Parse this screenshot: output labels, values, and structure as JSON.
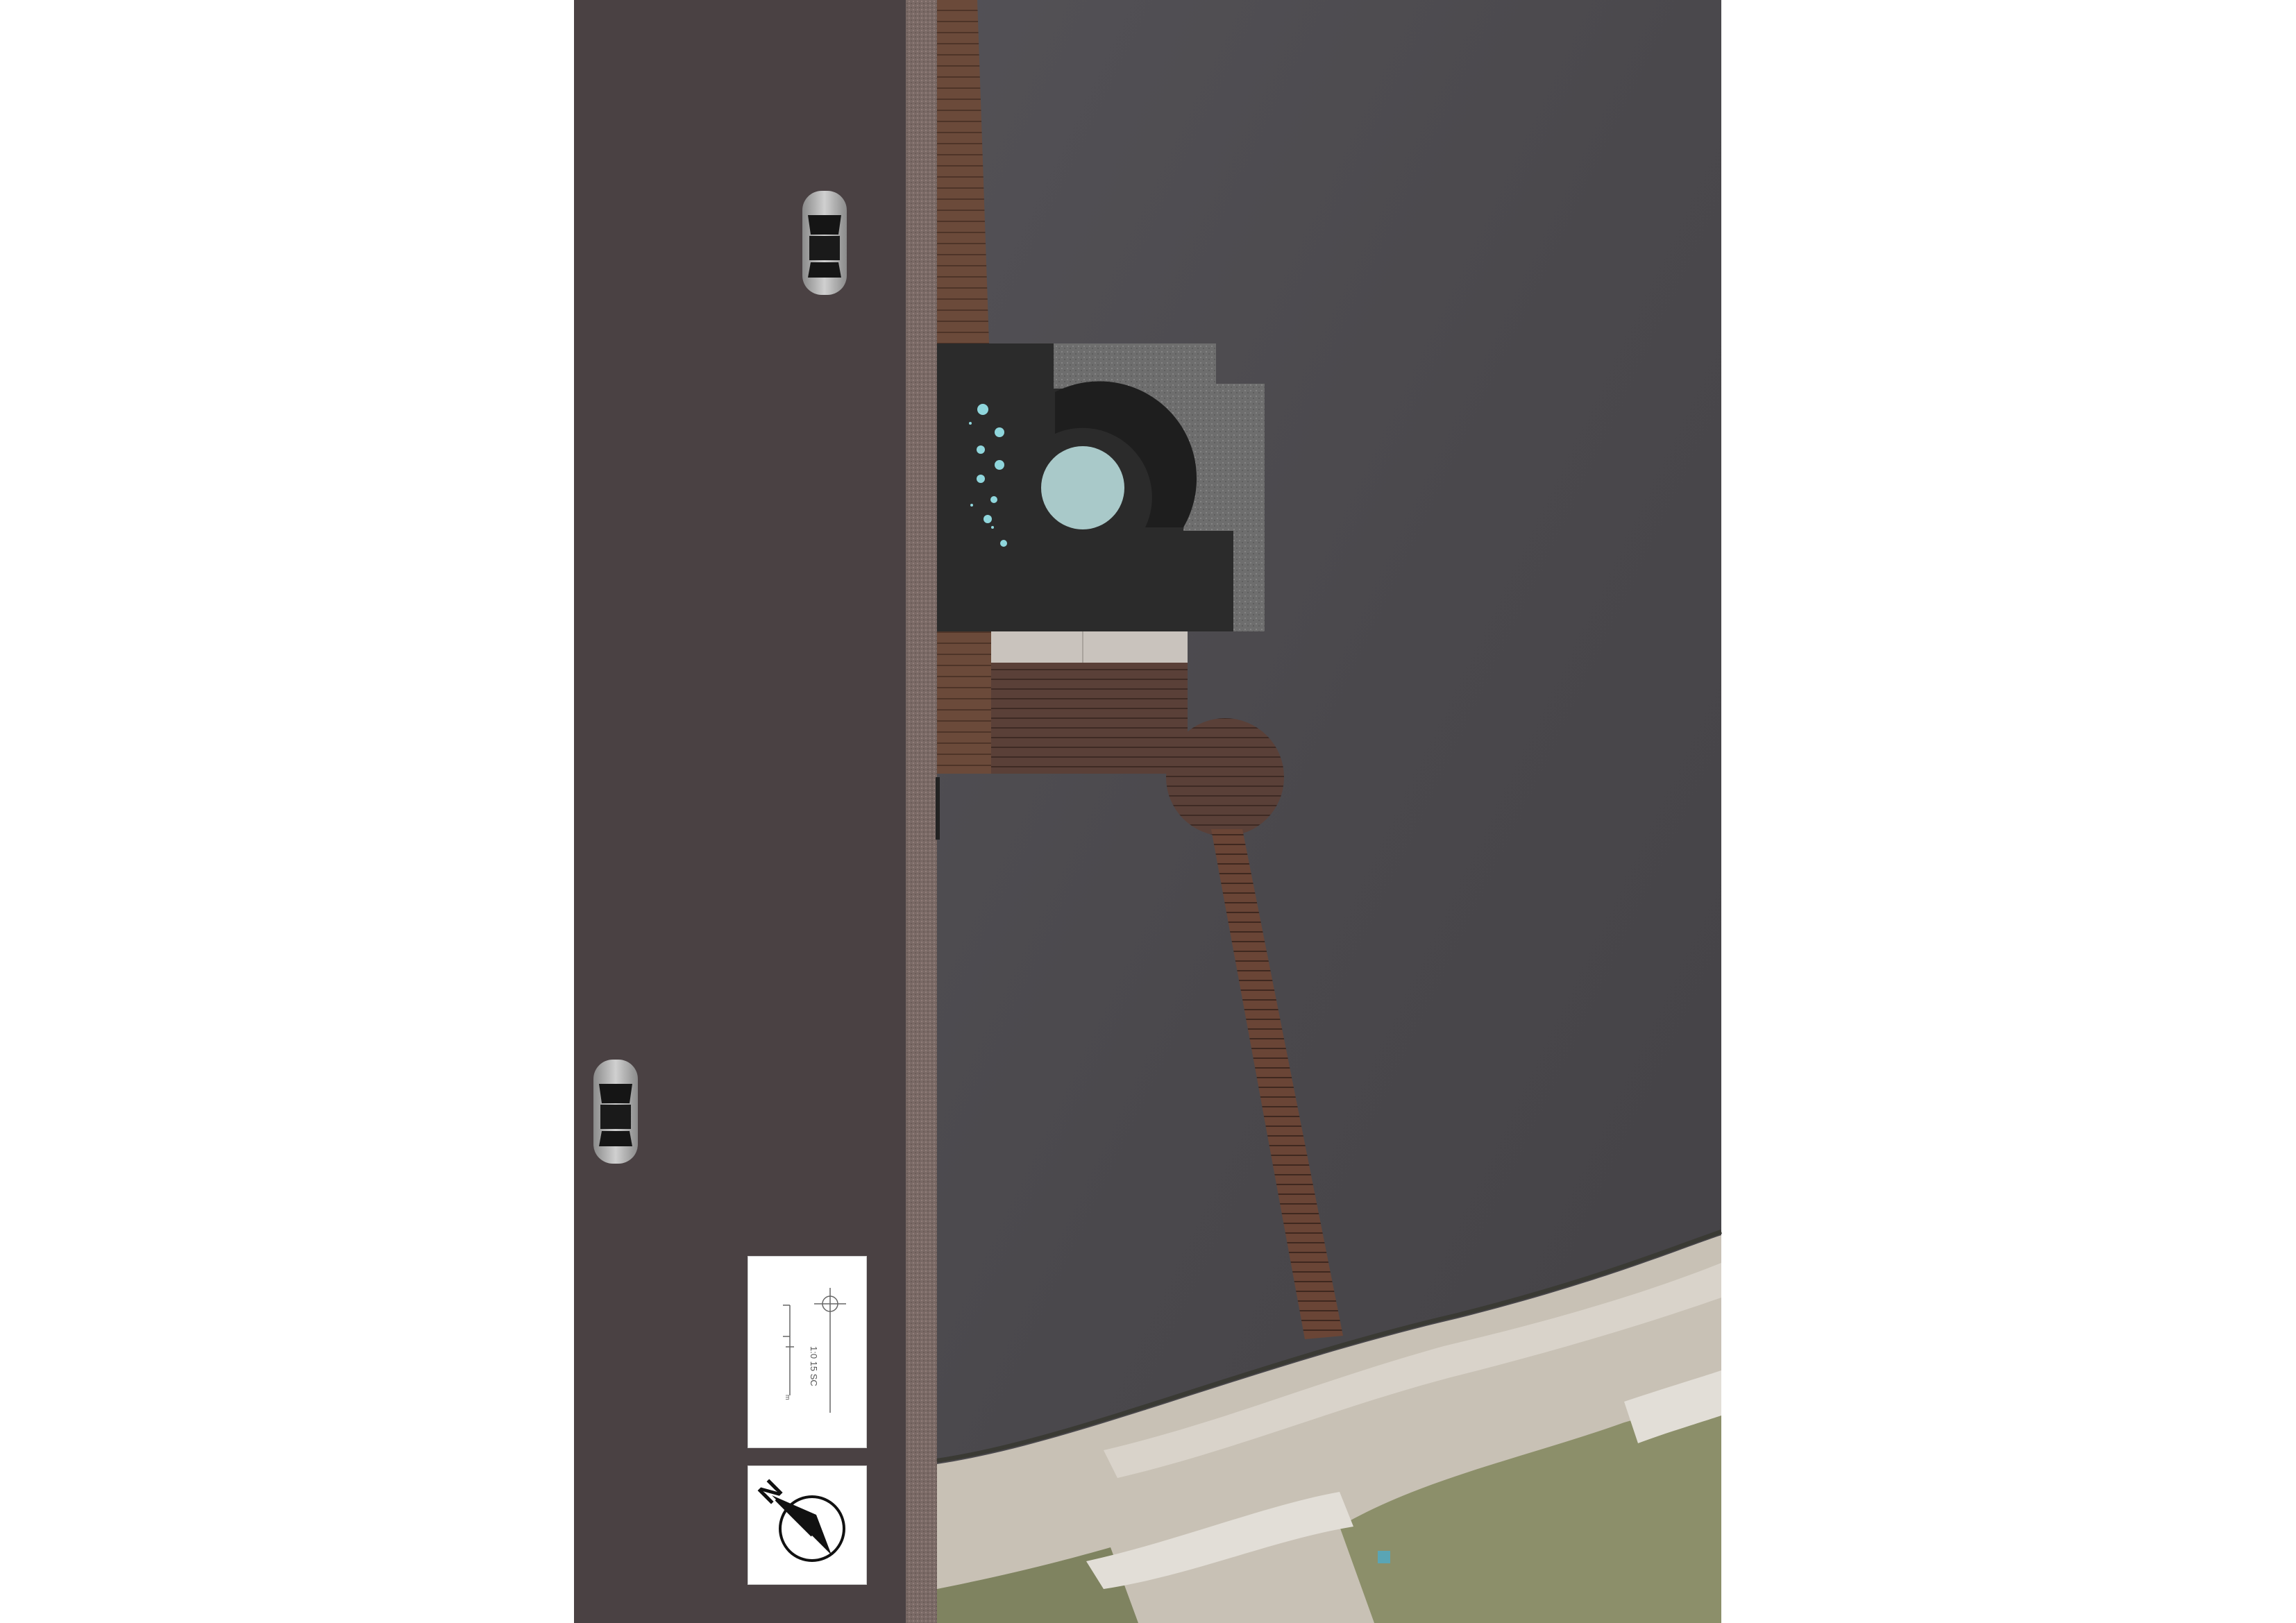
{
  "sheet": {
    "kind": "site-plan",
    "background": "#ffffff"
  },
  "colors": {
    "road": "#4a4143",
    "curb_gravel": "#7a6a66",
    "boardwalk_wood": "#6b4a3a",
    "water": "#4d4b4f",
    "building_roof": "#2b2b2b",
    "roof_gravel": "#6f6f6f",
    "pool_water": "#a9c9c9",
    "skylight_dots": "#8fd6dc",
    "deck_wood": "#5a4038",
    "terrace_stone": "#c9c3bd",
    "promenade_paving": "#c8c1b5",
    "grass": "#8c8f6a"
  },
  "layers": {
    "road": "road",
    "waterfront_walk": "boardwalk",
    "water": "lake",
    "building": "bathhouse",
    "pier": "pier",
    "park": "promenade"
  },
  "icons": {
    "car": "car-icon",
    "north_arrow": "north-arrow-icon",
    "scale_bar": "scale-bar-icon"
  },
  "scale_bar": {
    "label": "1:0 15 SC",
    "unit": "m"
  },
  "north_arrow": {
    "letter": "N"
  }
}
